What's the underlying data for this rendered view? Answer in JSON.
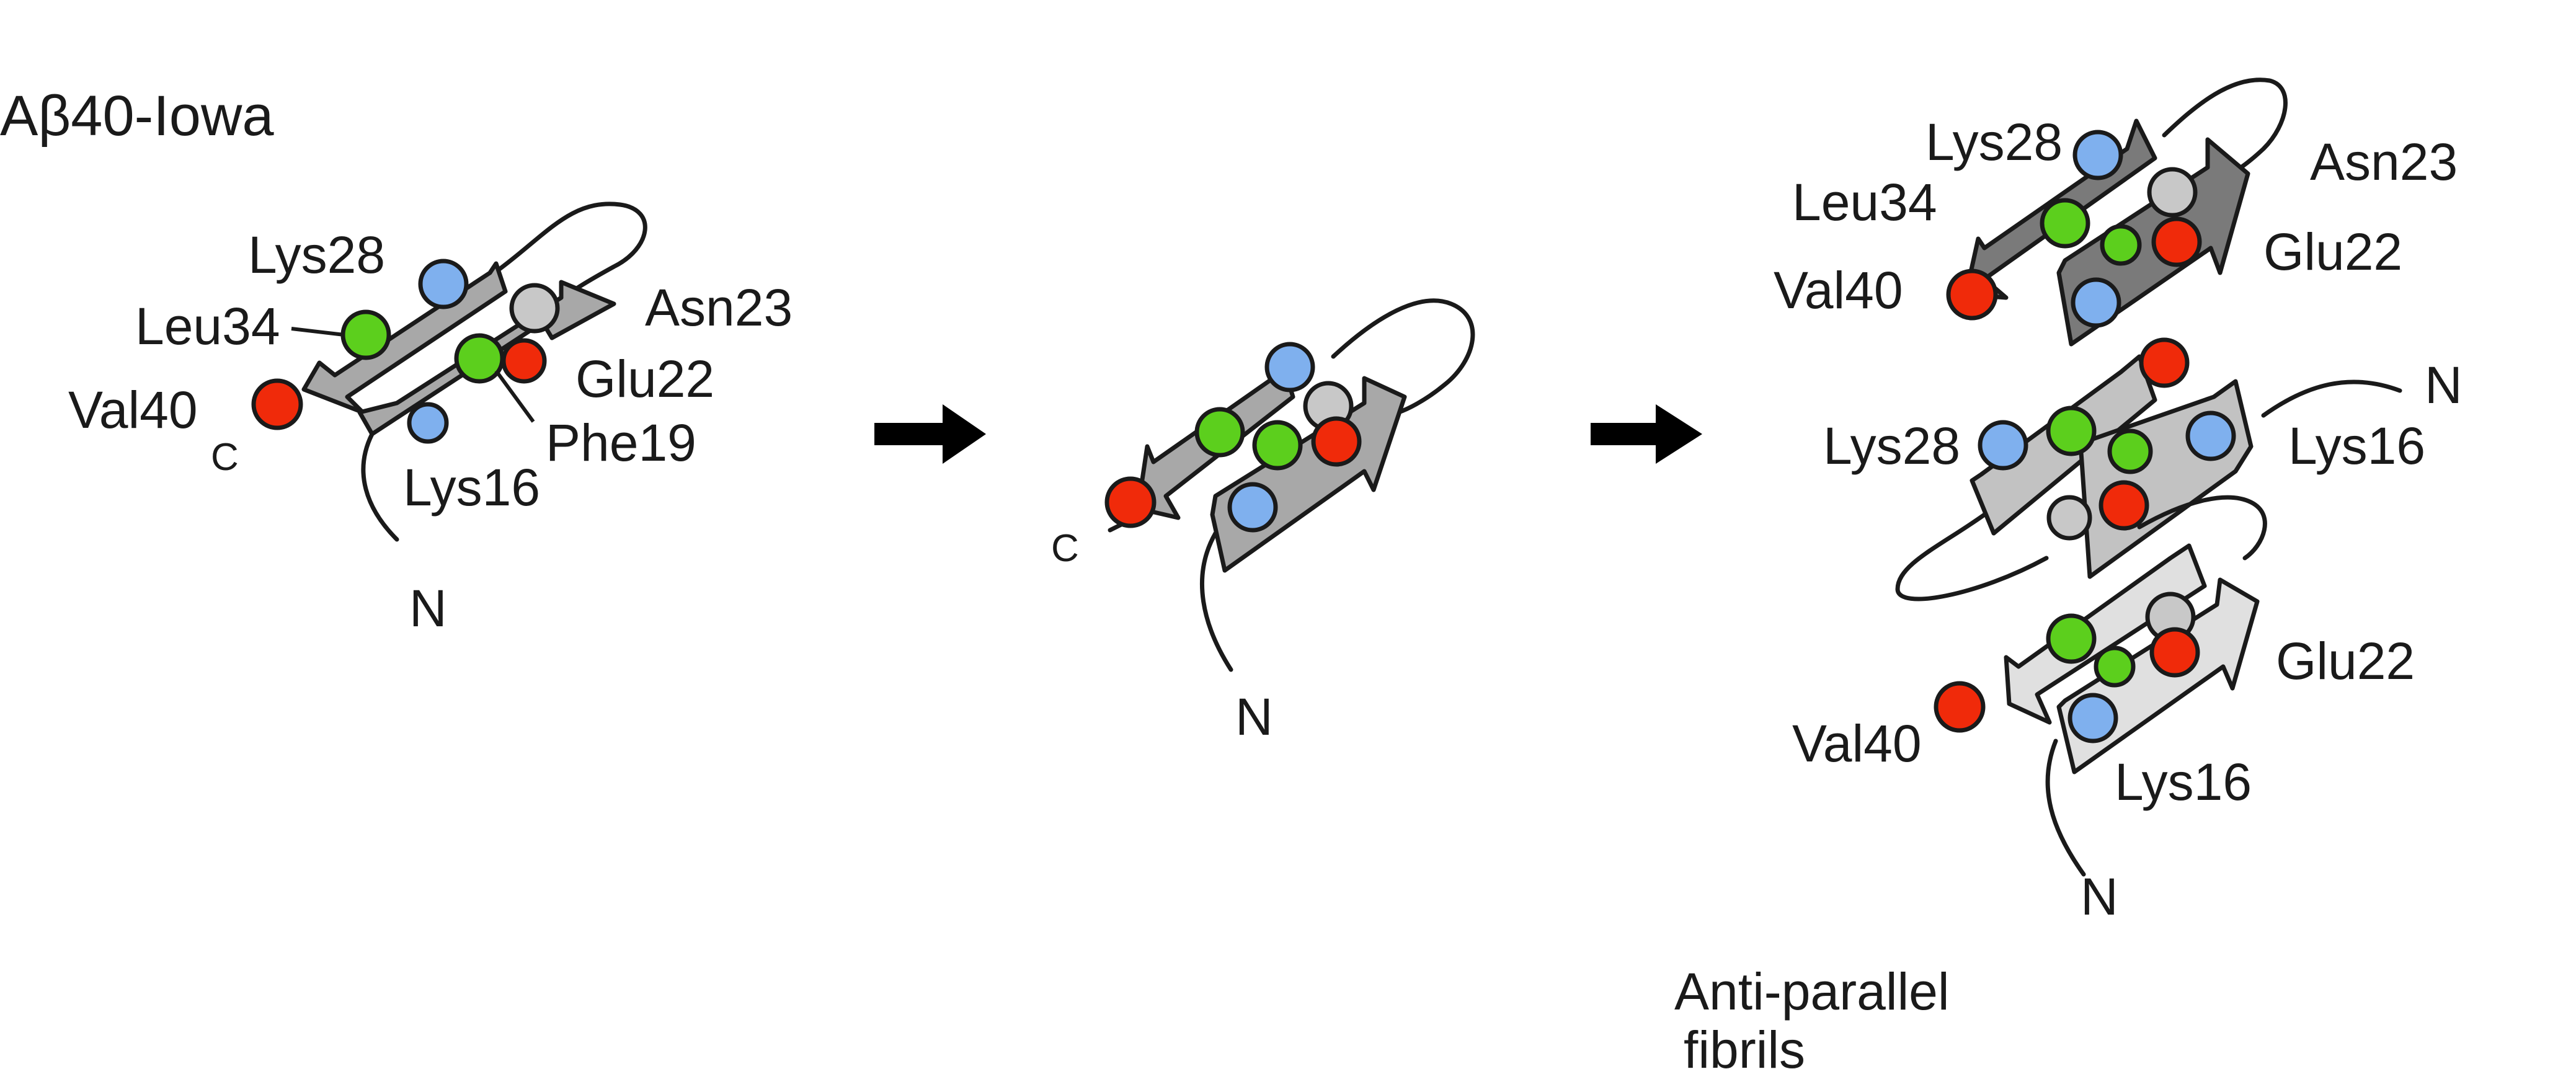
{
  "title": "Aβ40-Iowa",
  "colors": {
    "hydrophobic_green": "#5ccf1d",
    "acidic_red": "#f02a0a",
    "basic_blue": "#7fb0ee",
    "polar_grey": "#c8c8c8",
    "strand_mid_grey": "#a8a8a8",
    "strand_dark_grey": "#7a7a7a",
    "strand_light_grey": "#e0e0e0"
  },
  "panel1": {
    "labels": {
      "lys28": "Lys28",
      "leu34": "Leu34",
      "val40": "Val40",
      "c": "C",
      "asn23": "Asn23",
      "glu22": "Glu22",
      "phe19": "Phe19",
      "lys16": "Lys16",
      "n": "N"
    }
  },
  "panel2": {
    "labels": {
      "c": "C",
      "n": "N"
    }
  },
  "panel3": {
    "labels": {
      "lys28_top": "Lys28",
      "asn23": "Asn23",
      "leu34": "Leu34",
      "glu22_top": "Glu22",
      "val40_top": "Val40",
      "n_mid": "N",
      "lys28_mid": "Lys28",
      "lys16_mid": "Lys16",
      "glu22_bottom": "Glu22",
      "val40_bottom": "Val40",
      "lys16_bottom": "Lys16",
      "n_bottom": "N"
    },
    "caption_line1": "Anti-parallel",
    "caption_line2": "fibrils"
  },
  "arrows": [
    "transition-arrow-1",
    "transition-arrow-2"
  ]
}
